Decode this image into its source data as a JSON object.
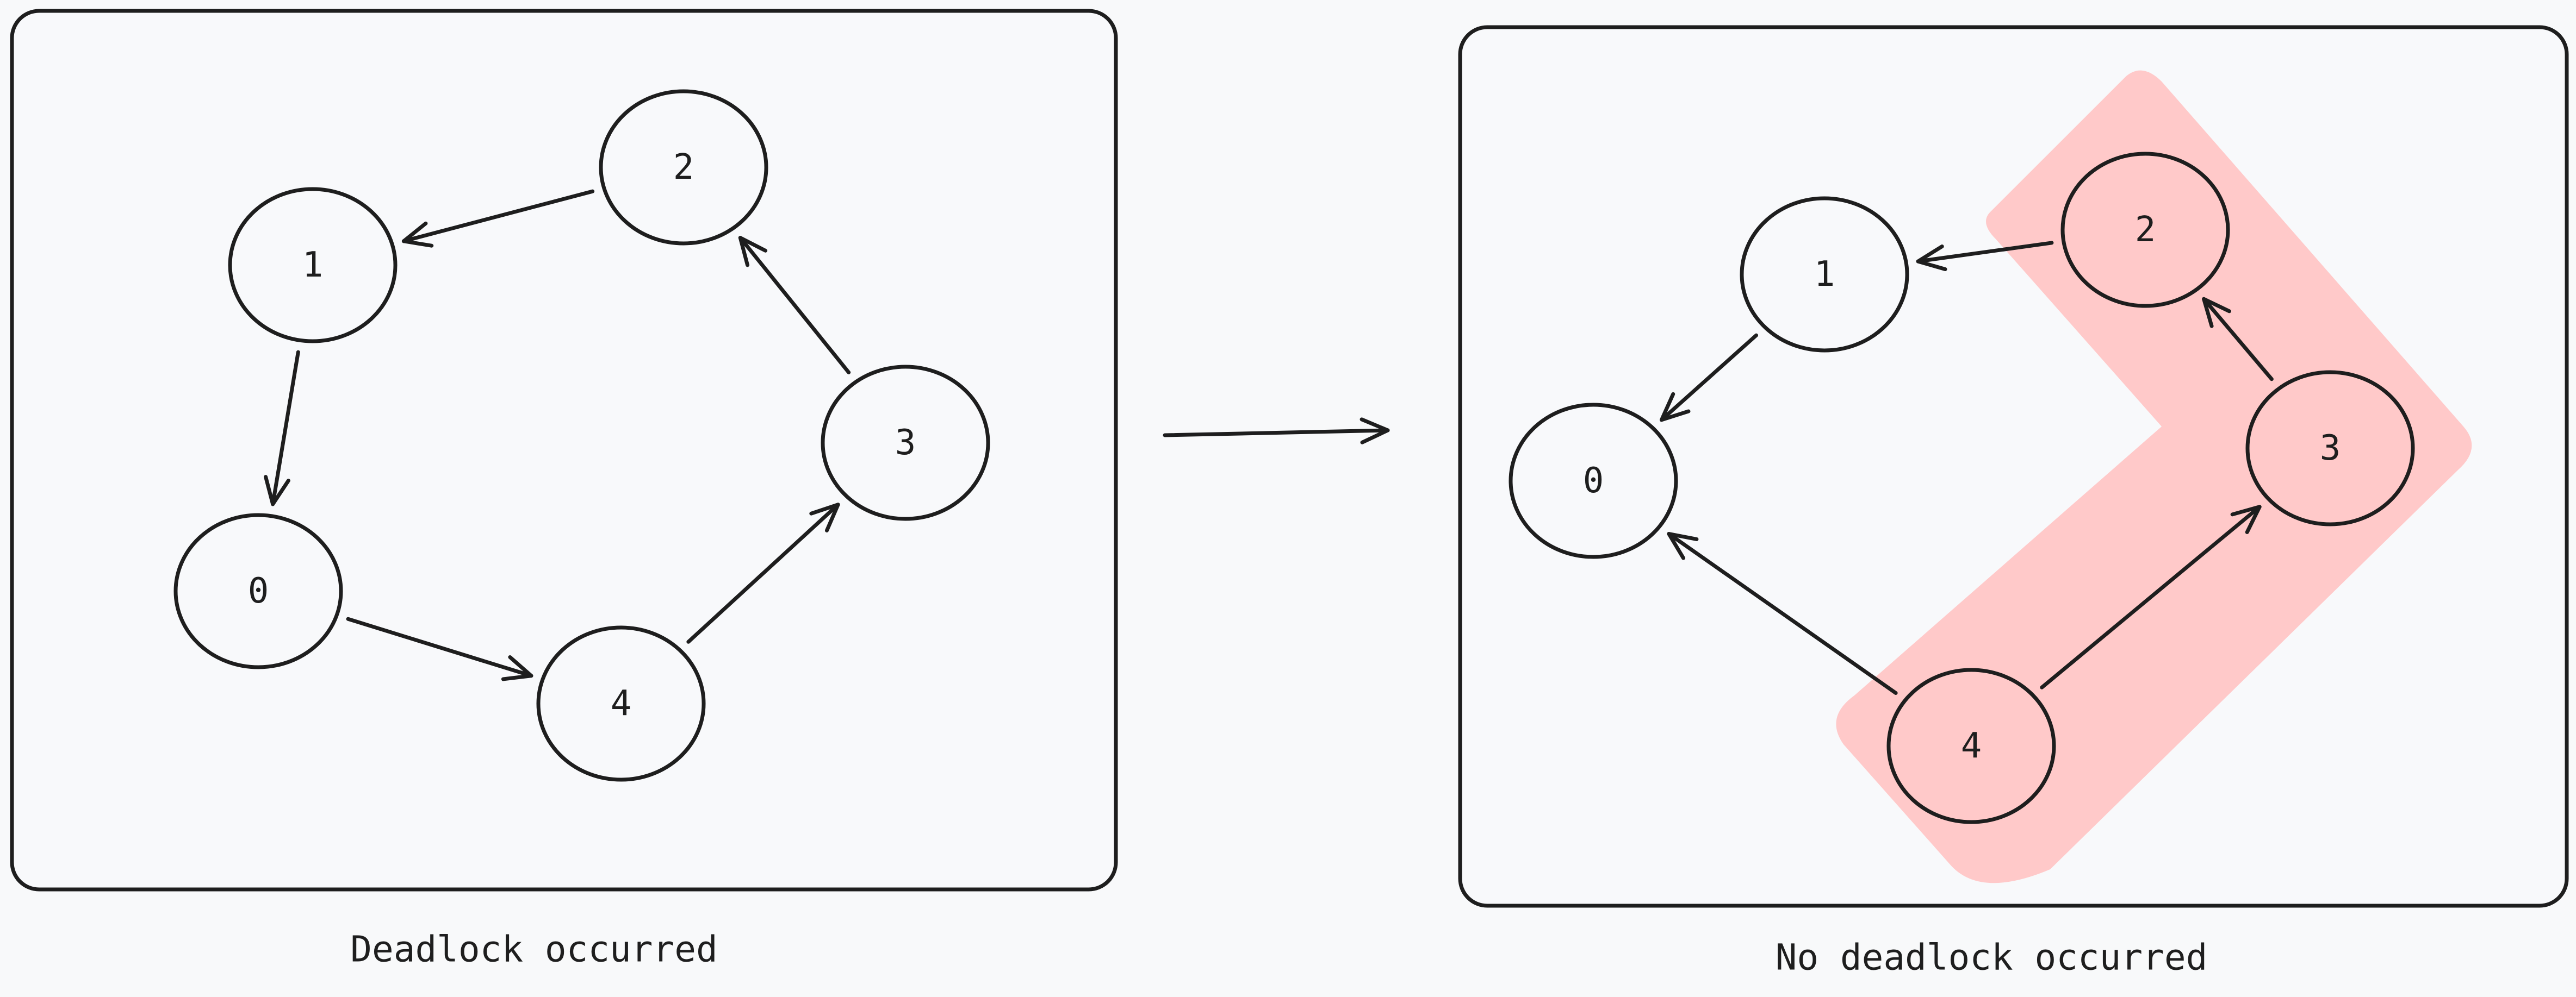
{
  "colors": {
    "background": "#f8f9fa",
    "stroke": "#1e1e1e",
    "highlight": "#ffc9c9",
    "node_fill_default": "#f8f9fb",
    "node_fill_highlight": "#ffc9c9"
  },
  "panels": [
    {
      "id": "left",
      "caption": "Deadlock occurred",
      "nodes": [
        {
          "id": "0",
          "label": "0",
          "highlighted": false
        },
        {
          "id": "1",
          "label": "1",
          "highlighted": false
        },
        {
          "id": "2",
          "label": "2",
          "highlighted": false
        },
        {
          "id": "3",
          "label": "3",
          "highlighted": false
        },
        {
          "id": "4",
          "label": "4",
          "highlighted": false
        }
      ],
      "edges": [
        {
          "from": "2",
          "to": "1"
        },
        {
          "from": "1",
          "to": "0"
        },
        {
          "from": "0",
          "to": "4"
        },
        {
          "from": "4",
          "to": "3"
        },
        {
          "from": "3",
          "to": "2"
        }
      ]
    },
    {
      "id": "right",
      "caption": "No deadlock occurred",
      "highlighted_region": true,
      "nodes": [
        {
          "id": "0",
          "label": "0",
          "highlighted": false
        },
        {
          "id": "1",
          "label": "1",
          "highlighted": false
        },
        {
          "id": "2",
          "label": "2",
          "highlighted": true
        },
        {
          "id": "3",
          "label": "3",
          "highlighted": true
        },
        {
          "id": "4",
          "label": "4",
          "highlighted": true
        }
      ],
      "edges": [
        {
          "from": "2",
          "to": "1"
        },
        {
          "from": "1",
          "to": "0"
        },
        {
          "from": "4",
          "to": "0"
        },
        {
          "from": "4",
          "to": "3"
        },
        {
          "from": "3",
          "to": "2"
        }
      ]
    }
  ],
  "transition_arrow": {
    "from": "left",
    "to": "right"
  }
}
